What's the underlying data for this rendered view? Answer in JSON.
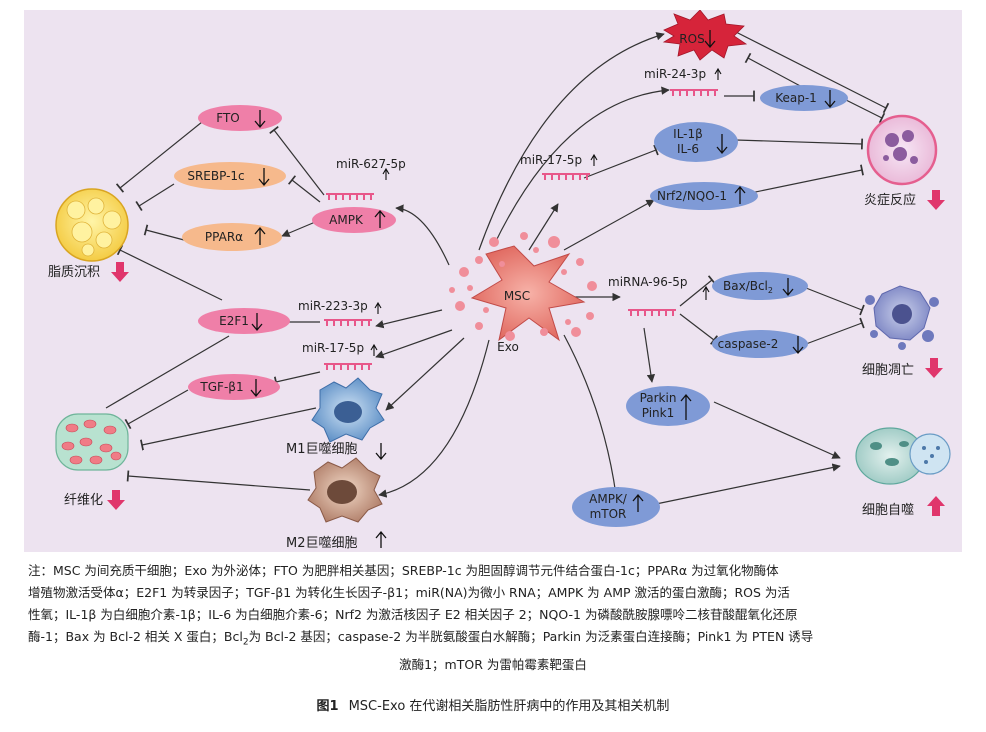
{
  "diagram": {
    "center": {
      "label": "MSC",
      "sublabel": "Exo"
    },
    "outcomes": {
      "lipid": "脂质沉积",
      "inflammation": "炎症反应",
      "apoptosis": "细胞凋亡",
      "autophagy": "细胞自噬",
      "fibrosis": "纤维化",
      "m1": "M1巨噬细胞",
      "m2": "M2巨噬细胞"
    },
    "nodes": {
      "fto": "FTO",
      "srebp": "SREBP-1c",
      "ppar": "PPARα",
      "ampk": "AMPK",
      "e2f1": "E2F1",
      "tgf": "TGF-β1",
      "ros": "ROS",
      "keap": "Keap-1",
      "il1b": "IL-1β",
      "il6": "IL-6",
      "nrf2": "Nrf2/NQO-1",
      "bax": "Bax/Bcl",
      "bax_sub": "2",
      "casp": "caspase-2",
      "parkin": "Parkin",
      "pink1": "Pink1",
      "ampk_mtor_1": "AMPK/",
      "ampk_mtor_2": "mTOR"
    },
    "mirnas": {
      "mir627": "miR-627-5p",
      "mir223": "miR-223-3p",
      "mir17_left": "miR-17-5p",
      "mir24": "miR-24-3p",
      "mir17_right": "miR-17-5p",
      "mir96": "miRNA-96-5p"
    },
    "colors": {
      "background": "#ede3f0",
      "pink": "#ef7fa8",
      "orange": "#f6b98c",
      "blue": "#7f9ad6",
      "mirna": "#e8578a",
      "down_arrow": "#e0366c"
    }
  },
  "notes": {
    "p1": "注：MSC 为间充质干细胞；Exo 为外泌体；FTO 为肥胖相关基因；SREBP-1c 为胆固醇调节元件结合蛋白-1c；PPARα 为过氧化物酶体",
    "p2": "增殖物激活受体α；E2F1 为转录因子；TGF-β1 为转化生长因子-β1；miR(NA)为微小 RNA；AMPK 为 AMP 激活的蛋白激酶；ROS 为活",
    "p3": "性氧；IL-1β 为白细胞介素-1β；IL-6 为白细胞介素-6；Nrf2 为激活核因子 E2 相关因子 2；NQO-1 为磷酸酰胺腺嘌呤二核苷酸醌氧化还原",
    "p4a": "酶-1；Bax 为 Bcl-2 相关 X 蛋白；Bcl",
    "p4sub": "2",
    "p4b": "为 Bcl-2 基因；caspase-2 为半胱氨酸蛋白水解酶；Parkin 为泛素蛋白连接酶；Pink1 为 PTEN 诱导",
    "p5": "激酶1；mTOR 为雷帕霉素靶蛋白"
  },
  "caption": {
    "figure_no": "图1",
    "title": "MSC-Exo 在代谢相关脂肪性肝病中的作用及其相关机制"
  }
}
